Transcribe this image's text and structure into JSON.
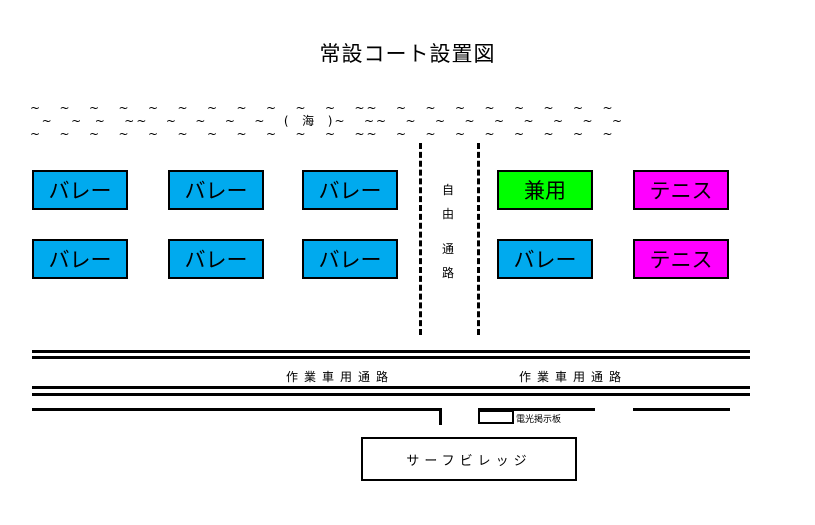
{
  "title": "常設コート設置図",
  "sea": {
    "row1": "~   ~   ~   ~   ~   ~   ~   ~   ~   ~   ~   ~~   ~   ~   ~   ~   ~   ~   ~   ~",
    "row2": "  ~   ~  ~   ~~   ~   ~   ~   ~   (  海  )~   ~~   ~   ~   ~   ~   ~   ~   ~   ~",
    "row3": "~   ~   ~   ~   ~   ~   ~   ~   ~   ~   ~   ~~   ~   ~   ~   ~   ~   ~   ~   ~"
  },
  "courts": [
    {
      "label": "バレー",
      "color": "#00aaee"
    },
    {
      "label": "バレー",
      "color": "#00aaee"
    },
    {
      "label": "バレー",
      "color": "#00aaee"
    },
    {
      "label": "兼用",
      "color": "#00ff00"
    },
    {
      "label": "テニス",
      "color": "#ff00ff"
    },
    {
      "label": "バレー",
      "color": "#00aaee"
    },
    {
      "label": "バレー",
      "color": "#00aaee"
    },
    {
      "label": "バレー",
      "color": "#00aaee"
    },
    {
      "label": "バレー",
      "color": "#00aaee"
    },
    {
      "label": "テニス",
      "color": "#ff00ff"
    }
  ],
  "free_path": [
    "自",
    "由",
    "通",
    "路"
  ],
  "road_labels": [
    "作業車用通路",
    "作業車用通路"
  ],
  "board_label": "電光掲示板",
  "village": "サーフビレッジ"
}
